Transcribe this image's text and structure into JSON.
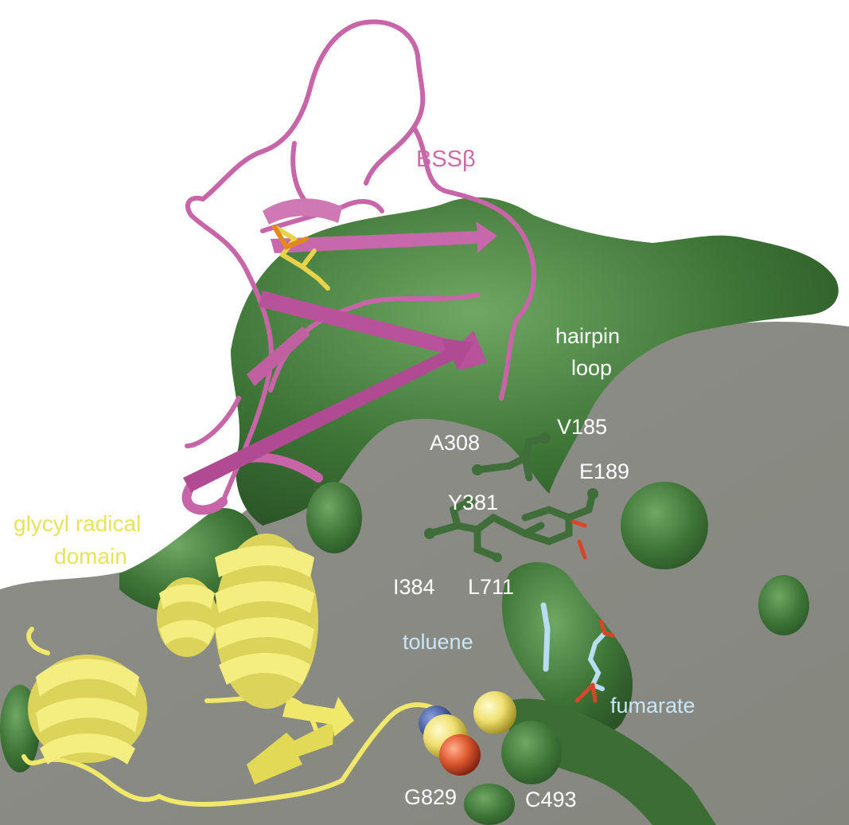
{
  "labels": {
    "bss_beta": "BSSβ",
    "hairpin_loop_line1": "hairpin",
    "hairpin_loop_line2": "loop",
    "glycyl_line1": "glycyl radical",
    "glycyl_line2": "domain",
    "v185": "V185",
    "a308": "A308",
    "e189": "E189",
    "y381": "Y381",
    "i384": "I384",
    "l711": "L711",
    "toluene": "toluene",
    "fumarate": "fumarate",
    "g829": "G829",
    "c493": "C493"
  },
  "colors": {
    "background": "#ffffff",
    "slab_gray": "#8e8f8a",
    "surface_green": "#3b7035",
    "surface_green_light": "#5a9150",
    "bss_beta_pink": "#c864a8",
    "glycyl_yellow": "#efe86a",
    "toluene_blue": "#b8dcf0",
    "oxygen_red": "#d8452a",
    "nitrogen_blue": "#3a4fa0",
    "sulfur_yellow": "#f0d85a",
    "iron_orange": "#e08a20"
  },
  "icons": {
    "structure": "protein-cartoon-illustration"
  }
}
